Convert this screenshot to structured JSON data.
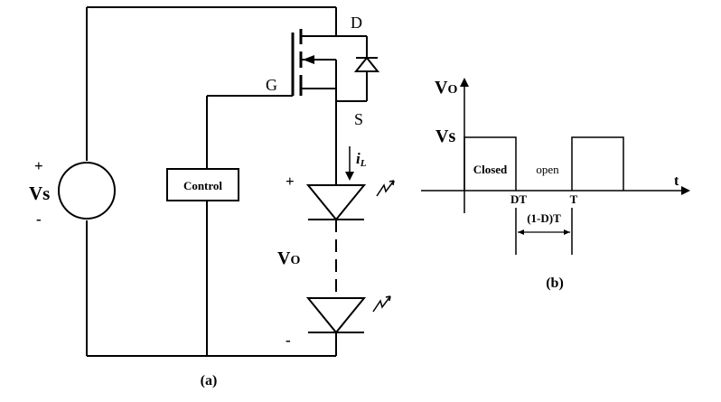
{
  "circuit": {
    "source_plus": "+",
    "source_label": "Vs",
    "source_minus": "-",
    "control_label": "Control",
    "drain_label": "D",
    "gate_label": "G",
    "source_terminal_label": "S",
    "current_label_main": "i",
    "current_label_sub": "L",
    "load_plus": "+",
    "output_label_main": "V",
    "output_label_sub": "O",
    "load_minus": "-",
    "caption": "(a)"
  },
  "waveform": {
    "y_axis_label_main": "V",
    "y_axis_label_sub": "O",
    "level_label": "Vs",
    "x_axis_label": "t",
    "closed_label": "Closed",
    "open_label": "open",
    "dt_label": "DT",
    "t_label": "T",
    "interval_label": "(1-D)T",
    "caption": "(b)"
  }
}
